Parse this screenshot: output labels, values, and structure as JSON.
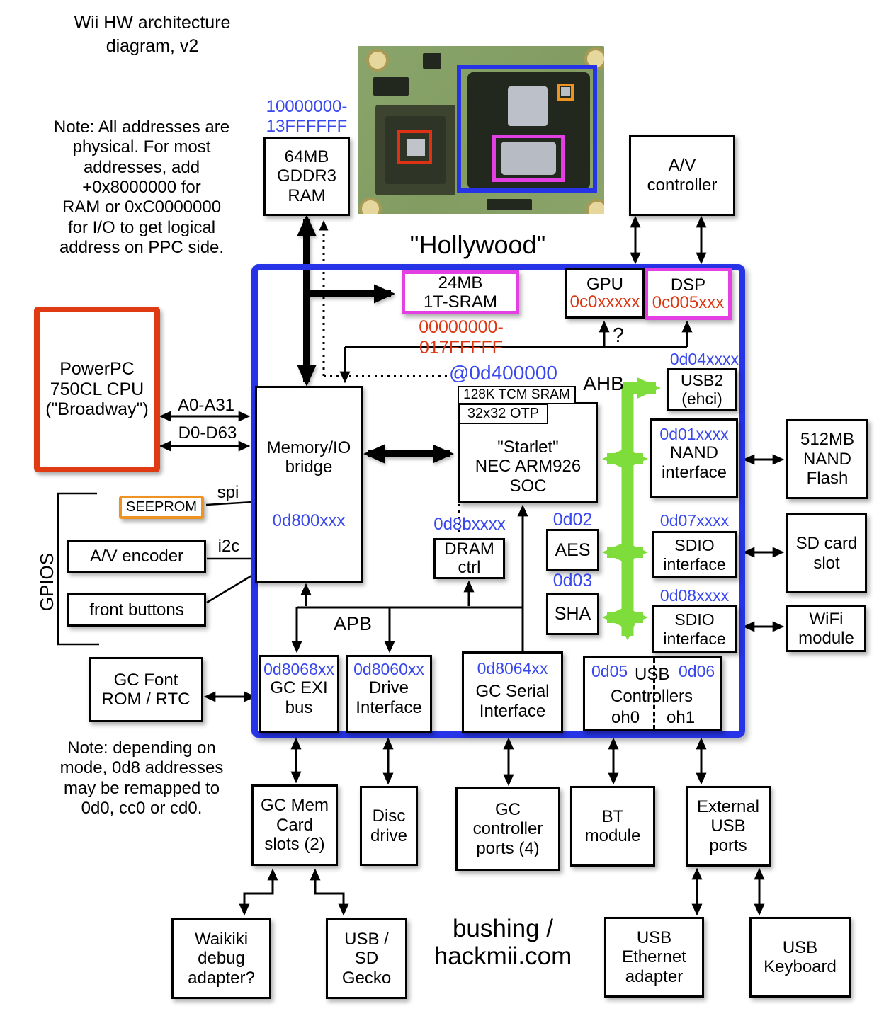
{
  "title": "Wii HW architecture\ndiagram, v2",
  "notes": {
    "top": "Note: All addresses are\nphysical.  For most\naddresses, add\n+0x8000000 for\nRAM or 0xC0000000\nfor I/O to get logical\naddress on PPC side.",
    "bottom": "Note: depending on\nmode, 0d8 addresses\nmay be remapped to\n0d0, cc0 or cd0."
  },
  "credit": "bushing /\nhackmii.com",
  "colors": {
    "hollywood_border": "#2633e6",
    "address_blue": "#3848ee",
    "address_red": "#dd3512",
    "magenta": "#e33fe3",
    "orange": "#ee9222",
    "cpu_red": "#df3a12",
    "ahb_green": "#7edd3b"
  },
  "cpu": {
    "label": "PowerPC\n750CL CPU\n(\"Broadway\")",
    "a_bus": "A0-A31",
    "d_bus": "D0-D63"
  },
  "ram": {
    "addr": "10000000-\n13FFFFFF",
    "label": "64MB\nGDDR3\nRAM"
  },
  "av_controller": {
    "label": "A/V\ncontroller"
  },
  "hollywood": {
    "label": "\"Hollywood\"",
    "gpu": {
      "label": "GPU",
      "addr": "0c0xxxxx"
    },
    "dsp": {
      "label": "DSP",
      "addr": "0c005xxx"
    },
    "question": "?",
    "sram": {
      "label": "24MB\n1T-SRAM",
      "range": "00000000-017FFFFF"
    },
    "bridge": {
      "label": "Memory/IO\nbridge",
      "addr": "0d800xxx"
    },
    "starlet": {
      "tcm": "128K TCM SRAM",
      "otp": "32x32 OTP",
      "label": "\"Starlet\"\nNEC ARM926\nSOC",
      "at": "@0d400000"
    },
    "ahb": "AHB",
    "apb": "APB",
    "usb2": {
      "addr": "0d04xxxx",
      "label": "USB2\n(ehci)"
    },
    "nand_if": {
      "addr": "0d01xxxx",
      "label": "NAND\ninterface"
    },
    "sdio1": {
      "addr": "0d07xxxx",
      "label": "SDIO\ninterface"
    },
    "sdio2": {
      "addr": "0d08xxxx",
      "label": "SDIO\ninterface"
    },
    "aes": {
      "addr": "0d02",
      "label": "AES"
    },
    "sha": {
      "addr": "0d03",
      "label": "SHA"
    },
    "dram": {
      "addr": "0d8bxxxx",
      "label": "DRAM\nctrl"
    },
    "exi": {
      "addr": "0d8068xx",
      "label": "GC EXI\nbus"
    },
    "drive": {
      "addr": "0d8060xx",
      "label": "Drive\nInterface"
    },
    "serial": {
      "addr": "0d8064xx",
      "label": "GC Serial\nInterface"
    },
    "usbc": {
      "addr_left": "0d05",
      "usb": "USB",
      "addr_right": "0d06",
      "controllers": "Controllers",
      "oh0": "oh0",
      "oh1": "oh1"
    }
  },
  "gpio": {
    "label": "GPIOS",
    "spi": "spi",
    "i2c": "i2c",
    "seeprom": "SEEPROM",
    "av_encoder": "A/V encoder",
    "front_buttons": "front buttons"
  },
  "gc_font": {
    "label": "GC Font\nROM / RTC"
  },
  "right": {
    "nand_flash": "512MB\nNAND\nFlash",
    "sd_card": "SD card\nslot",
    "wifi": "WiFi\nmodule"
  },
  "bottom": {
    "mem_card": "GC Mem\nCard\nslots (2)",
    "disc": "Disc\ndrive",
    "gc_ports": "GC\ncontroller\nports (4)",
    "bt": "BT\nmodule",
    "ext_usb": "External\nUSB\nports",
    "waikiki": "Waikiki\ndebug\nadapter?",
    "gecko": "USB /\nSD\nGecko",
    "ethernet": "USB\nEthernet\nadapter",
    "keyboard": "USB\nKeyboard"
  }
}
